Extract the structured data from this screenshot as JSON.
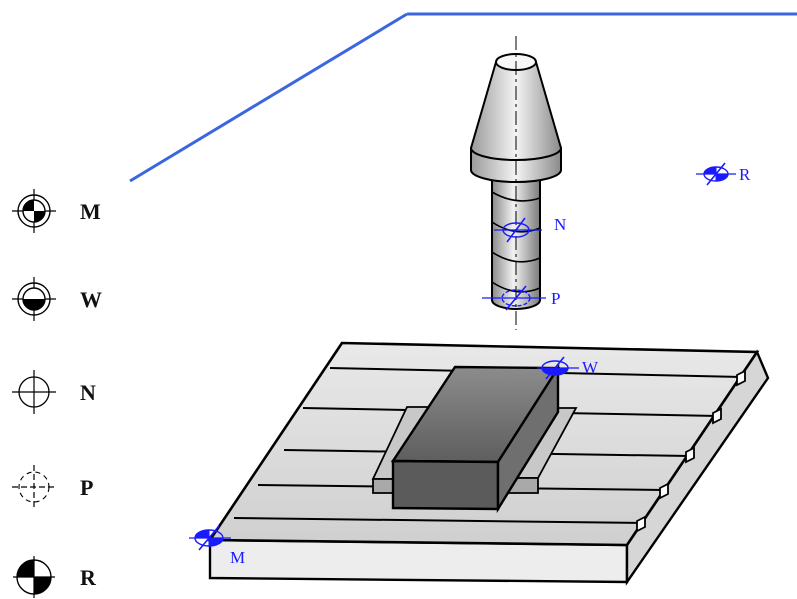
{
  "legend": [
    {
      "symbol": "machine-zero-symbol",
      "label": "M"
    },
    {
      "symbol": "workpiece-zero-symbol",
      "label": "W"
    },
    {
      "symbol": "tool-reference-symbol",
      "label": "N"
    },
    {
      "symbol": "tool-tip-symbol",
      "label": "P"
    },
    {
      "symbol": "reference-point-symbol",
      "label": "R"
    }
  ],
  "points": {
    "M": "M",
    "W": "W",
    "N": "N",
    "P": "P",
    "R": "R"
  },
  "colors": {
    "accent_line": "#3b66e0",
    "point_markers": "#1a1aff",
    "outline": "#000000",
    "workpiece": "#6e6e6e",
    "clamp": "#bdbdbd",
    "table": "#dcdcdc"
  }
}
